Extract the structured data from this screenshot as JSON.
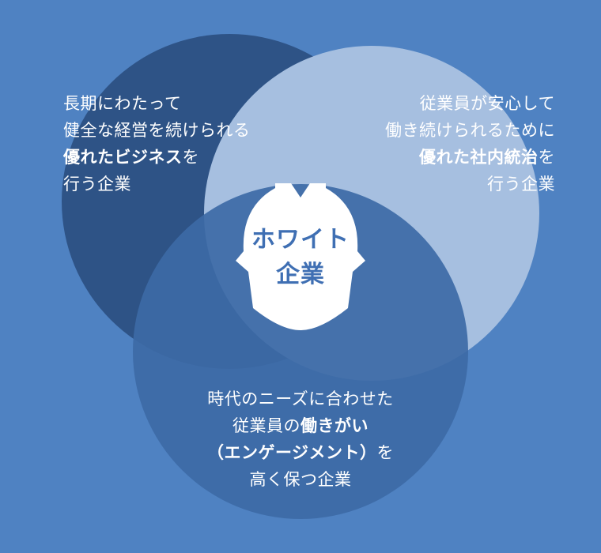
{
  "colors": {
    "background": "#4f82c2",
    "circle_left": "#2e5386",
    "circle_right": "#a6bfe0",
    "circle_bottom": "#3d6aa6",
    "center_shape": "#ffffff",
    "center_text": "#3f6fb3"
  },
  "center": {
    "line1": "ホワイト",
    "line2": "企業"
  },
  "left": {
    "line1": "長期にわたって",
    "line2": "健全な経営を続けられる",
    "line3_bold": "優れたビジネス",
    "line3_rest": "を",
    "line4": "行う企業"
  },
  "right": {
    "line1": "従業員が安心して",
    "line2": "働き続けられるために",
    "line3_bold": "優れた社内統治",
    "line3_rest": "を",
    "line4": "行う企業"
  },
  "bottom": {
    "line1": "時代のニーズに合わせた",
    "line2_pre": "従業員の",
    "line2_bold": "働きがい",
    "line3_bold": "（エンゲージメント）",
    "line3_rest": "を",
    "line4": "高く保つ企業"
  }
}
